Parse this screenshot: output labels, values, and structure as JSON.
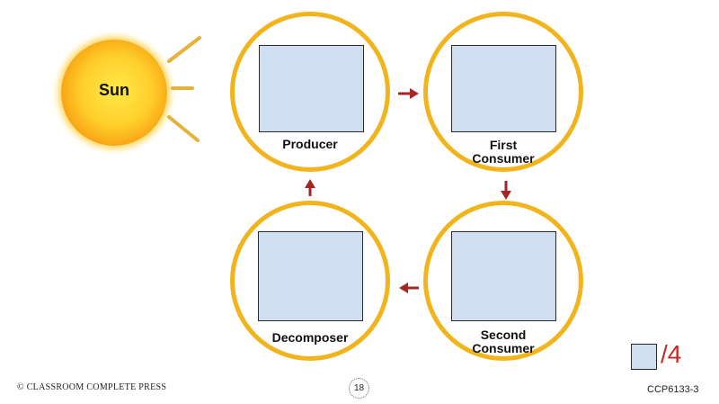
{
  "sun": {
    "label": "Sun"
  },
  "stages": {
    "producer": "Producer",
    "first_consumer": [
      "First",
      "Consumer"
    ],
    "second_consumer": [
      "Second",
      "Consumer"
    ],
    "decomposer": "Decomposer"
  },
  "score": {
    "denominator_text": "/4"
  },
  "footer": {
    "publisher": "© CLASSROOM COMPLETE PRESS",
    "page_number": "18",
    "product_code": "CCP6133-3"
  },
  "colors": {
    "circle_ring": "#f2b41c",
    "answer_box": "#cfdff1",
    "arrow": "#a52624",
    "score_text": "#c62828"
  }
}
